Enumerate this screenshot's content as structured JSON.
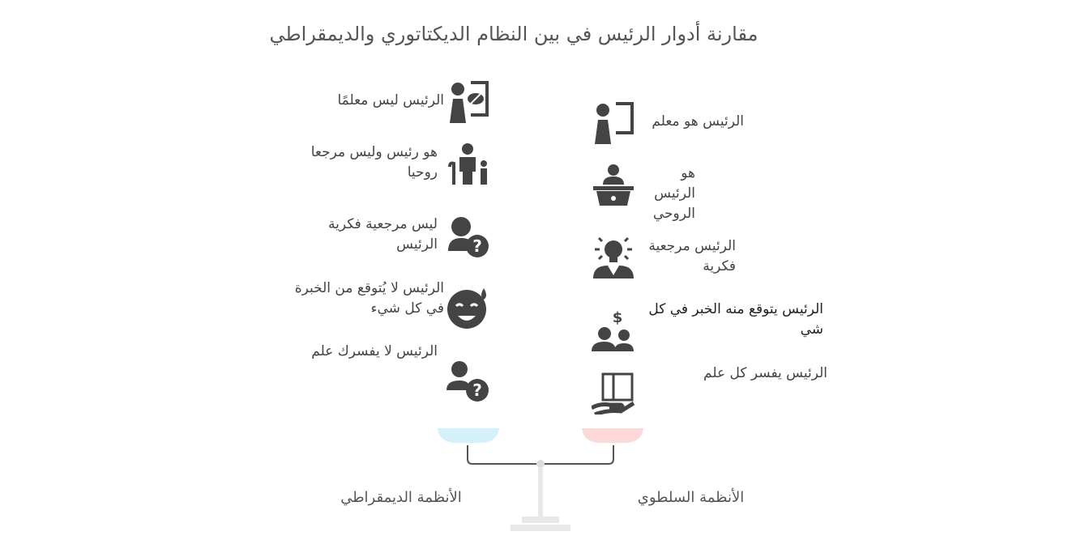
{
  "title": "مقارنة أدوار الرئيس في بين النظام الديكتاتوري والديمقراطي",
  "democratic": {
    "label": "الأنظمة الديمقراطي",
    "color": "#d4f0fb",
    "items": [
      {
        "text": "الرئيس ليس معلمًا",
        "icon": "teacher-crossed-icon"
      },
      {
        "text": "هو رئيس وليس مرجعا روحيا",
        "icon": "family-icon"
      },
      {
        "text": "ليس مرجعية فكرية الرئيس",
        "icon": "person-question-icon"
      },
      {
        "text": "الرئيس لا يُتوقع من الخبرة في كل شيء",
        "icon": "sweat-smile-icon"
      },
      {
        "text": "الرئيس لا يفسرك علم",
        "icon": "user-question-icon"
      }
    ]
  },
  "authoritarian": {
    "label": "الأنظمة السلطوي",
    "color": "#fbd9d9",
    "items": [
      {
        "text": "الرئيس هو معلم",
        "icon": "teacher-icon"
      },
      {
        "text": "هو الرئيس الروحي",
        "icon": "speaker-podium-icon"
      },
      {
        "text": "الرئيس مرجعية فكرية",
        "icon": "idea-person-icon"
      },
      {
        "text": "الرئيس يتوقع منه الخبر في كل شي",
        "icon": "people-money-icon"
      },
      {
        "text": "الرئيس يفسر كل علم",
        "icon": "book-hand-icon"
      }
    ]
  }
}
